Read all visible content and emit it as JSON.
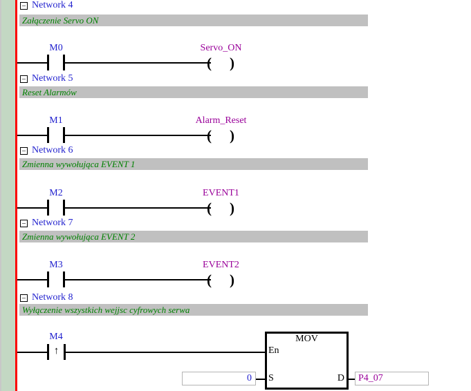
{
  "editor": {
    "margin_color": "#c3d8c3",
    "rail_color": "#fb0000",
    "comment_bg": "#c0c0c0",
    "network_label_color": "#2121ce",
    "comment_text_color": "#008000",
    "device_color": "#2121ce",
    "symbol_color": "#990099"
  },
  "glyphs": {
    "collapse": "−",
    "coil_left": "(",
    "coil_right": ")",
    "rising_edge_arrow": "↑"
  },
  "networks": [
    {
      "label": "Network 4",
      "comment": "Załączenie Servo ON",
      "contact_device": "M0",
      "coil_symbol": "Servo_ON"
    },
    {
      "label": "Network 5",
      "comment": "Reset Alarmów",
      "contact_device": "M1",
      "coil_symbol": "Alarm_Reset"
    },
    {
      "label": "Network 6",
      "comment": "Zmienna wywołująca EVENT 1",
      "contact_device": "M2",
      "coil_symbol": "EVENT1"
    },
    {
      "label": "Network 7",
      "comment": "Zmienna wywołująca EVENT 2",
      "contact_device": "M3",
      "coil_symbol": "EVENT2"
    },
    {
      "label": "Network 8",
      "comment": "Wyłączenie wszystkich wejjsc cyfrowych serwa",
      "contact_device": "M4",
      "contact_edge": "rising",
      "instruction": {
        "title": "MOV",
        "en_pin": "En",
        "s_pin": "S",
        "d_pin": "D",
        "s_operand": "0",
        "d_operand": "P4_07"
      }
    }
  ]
}
